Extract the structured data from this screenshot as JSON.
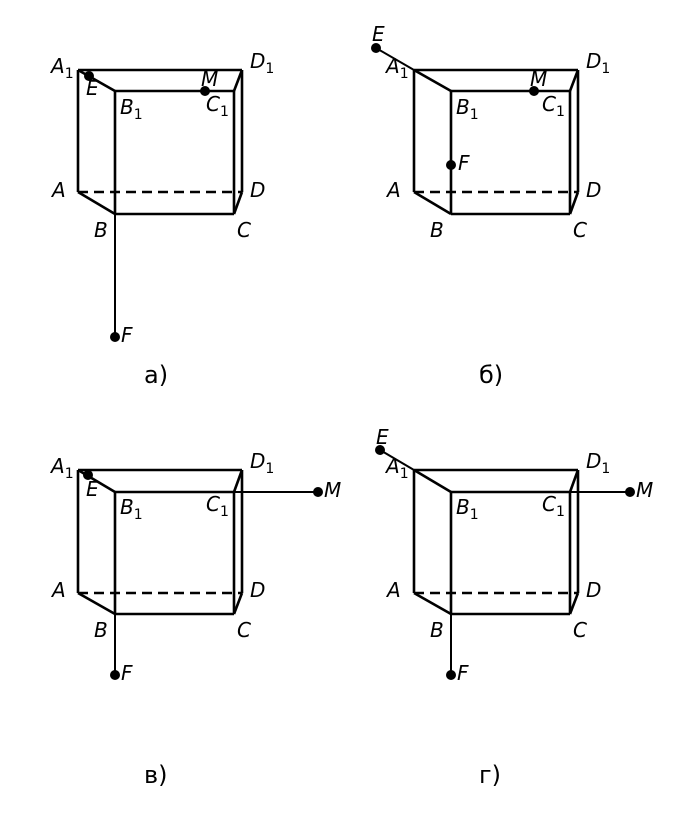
{
  "figures": [
    {
      "caption": "а)",
      "labels": {
        "A1": "A",
        "B1": "B",
        "C1": "C",
        "D1": "D",
        "A": "A",
        "B": "B",
        "C": "C",
        "D": "D",
        "E": "E",
        "M": "M",
        "F": "F",
        "sub": "1"
      }
    },
    {
      "caption": "б)",
      "labels": {
        "A1": "A",
        "B1": "B",
        "C1": "C",
        "D1": "D",
        "A": "A",
        "B": "B",
        "C": "C",
        "D": "D",
        "E": "E",
        "M": "M",
        "F": "F",
        "sub": "1"
      }
    },
    {
      "caption": "в)",
      "labels": {
        "A1": "A",
        "B1": "B",
        "C1": "C",
        "D1": "D",
        "A": "A",
        "B": "B",
        "C": "C",
        "D": "D",
        "E": "E",
        "M": "M",
        "F": "F",
        "sub": "1"
      }
    },
    {
      "caption": "г)",
      "labels": {
        "A1": "A",
        "B1": "B",
        "C1": "C",
        "D1": "D",
        "A": "A",
        "B": "B",
        "C": "C",
        "D": "D",
        "E": "E",
        "M": "M",
        "F": "F",
        "sub": "1"
      }
    }
  ]
}
